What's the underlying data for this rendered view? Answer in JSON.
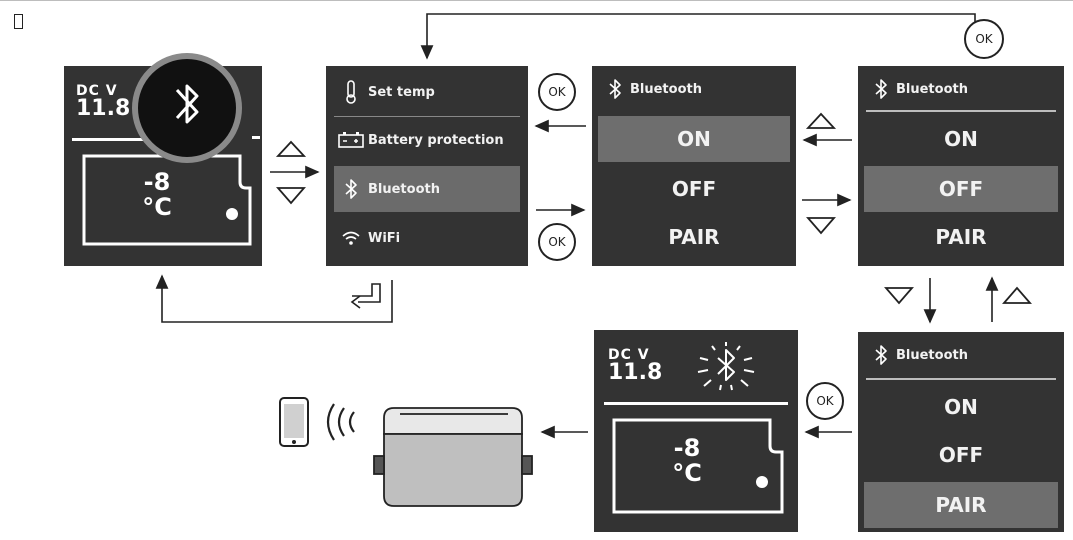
{
  "screen_home": {
    "dcv_label": "DC V",
    "voltage": "11.8",
    "temp_value": "-8",
    "temp_unit": "°C"
  },
  "screen_menu": {
    "items": [
      {
        "label": "Set temp",
        "icon": "thermometer-icon"
      },
      {
        "label": "Battery protection",
        "icon": "battery-icon"
      },
      {
        "label": "Bluetooth",
        "icon": "bluetooth-icon",
        "selected": true
      },
      {
        "label": "WiFi",
        "icon": "wifi-icon"
      }
    ]
  },
  "screen_bt_on": {
    "header": "Bluetooth",
    "options": [
      "ON",
      "OFF",
      "PAIR"
    ],
    "selected": "ON"
  },
  "screen_bt_off": {
    "header": "Bluetooth",
    "options": [
      "ON",
      "OFF",
      "PAIR"
    ],
    "selected": "OFF"
  },
  "screen_bt_pair": {
    "header": "Bluetooth",
    "options": [
      "ON",
      "OFF",
      "PAIR"
    ],
    "selected": "PAIR"
  },
  "screen_pairing": {
    "dcv_label": "DC V",
    "voltage": "11.8",
    "temp_value": "-8",
    "temp_unit": "°C"
  },
  "buttons": {
    "ok_label": "OK"
  },
  "colors": {
    "panel": "#333333",
    "highlight": "#6b6b6b",
    "line": "#222222"
  }
}
